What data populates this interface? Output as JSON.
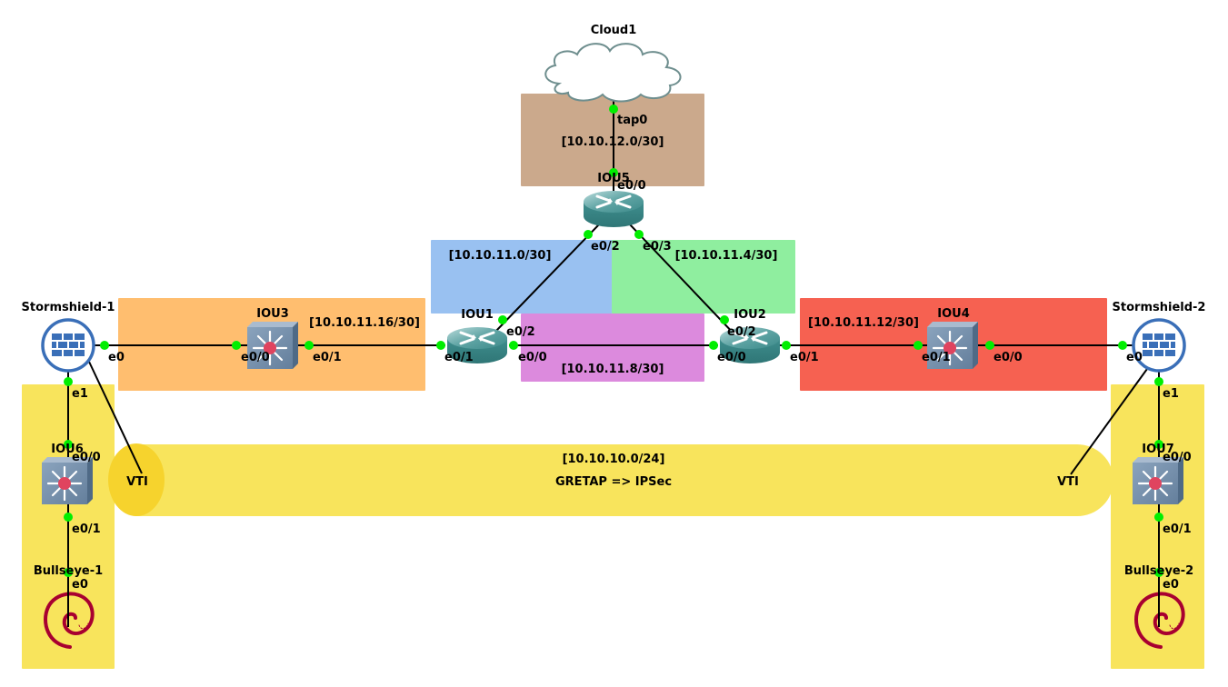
{
  "title": "GNS3 topology - GRETAP over IPSec",
  "colors": {
    "cloud_subnet": "#cba98c",
    "subnet_blue": "#99c1f1",
    "subnet_green": "#8fee9f",
    "subnet_purple": "#dc8add",
    "subnet_orange": "#ffbe6f",
    "subnet_red": "#f66151",
    "site_yellow": "#f8e45c",
    "vti_ellipse": "#f6d32d",
    "link": "#000000",
    "port_dot": "#00ff00"
  },
  "subnets": {
    "cloud": "[10.10.12.0/30]",
    "iou5_iou1": "[10.10.11.0/30]",
    "iou5_iou2": "[10.10.11.4/30]",
    "iou1_iou2": "[10.10.11.8/30]",
    "iou3_iou1": "[10.10.11.16/30]",
    "iou2_iou4": "[10.10.11.12/30]",
    "tunnel": "[10.10.10.0/24]",
    "tunnel_desc": "GRETAP => IPSec"
  },
  "nodes": {
    "cloud1": {
      "name": "Cloud1",
      "icon": "cloud-icon"
    },
    "iou5": {
      "name": "IOU5",
      "icon": "router-icon"
    },
    "iou1": {
      "name": "IOU1",
      "icon": "router-icon"
    },
    "iou2": {
      "name": "IOU2",
      "icon": "router-icon"
    },
    "iou3": {
      "name": "IOU3",
      "icon": "switch-icon"
    },
    "iou4": {
      "name": "IOU4",
      "icon": "switch-icon"
    },
    "iou6": {
      "name": "IOU6",
      "icon": "switch-icon"
    },
    "iou7": {
      "name": "IOU7",
      "icon": "switch-icon"
    },
    "sts1": {
      "name": "Stormshield-1",
      "icon": "firewall-icon"
    },
    "sts2": {
      "name": "Stormshield-2",
      "icon": "firewall-icon"
    },
    "deb1": {
      "name": "Bullseye-1",
      "icon": "debian-icon"
    },
    "deb2": {
      "name": "Bullseye-2",
      "icon": "debian-icon"
    }
  },
  "ports": {
    "cloud_tap0": "tap0",
    "iou5_e00": "e0/0",
    "iou5_e02": "e0/2",
    "iou5_e03": "e0/3",
    "iou1_e02": "e0/2",
    "iou1_e01": "e0/1",
    "iou1_e00": "e0/0",
    "iou2_e02": "e0/2",
    "iou2_e00": "e0/0",
    "iou2_e01": "e0/1",
    "iou3_e00": "e0/0",
    "iou3_e01": "e0/1",
    "iou4_e01": "e0/1",
    "iou4_e00": "e0/0",
    "sts1_e0": "e0",
    "sts1_e1": "e1",
    "sts2_e0": "e0",
    "sts2_e1": "e1",
    "iou6_e00": "e0/0",
    "iou6_e01": "e0/1",
    "iou7_e00": "e0/0",
    "iou7_e01": "e0/1",
    "deb1_e0": "e0",
    "deb2_e0": "e0"
  },
  "vti": {
    "left": "VTI",
    "right": "VTI"
  }
}
